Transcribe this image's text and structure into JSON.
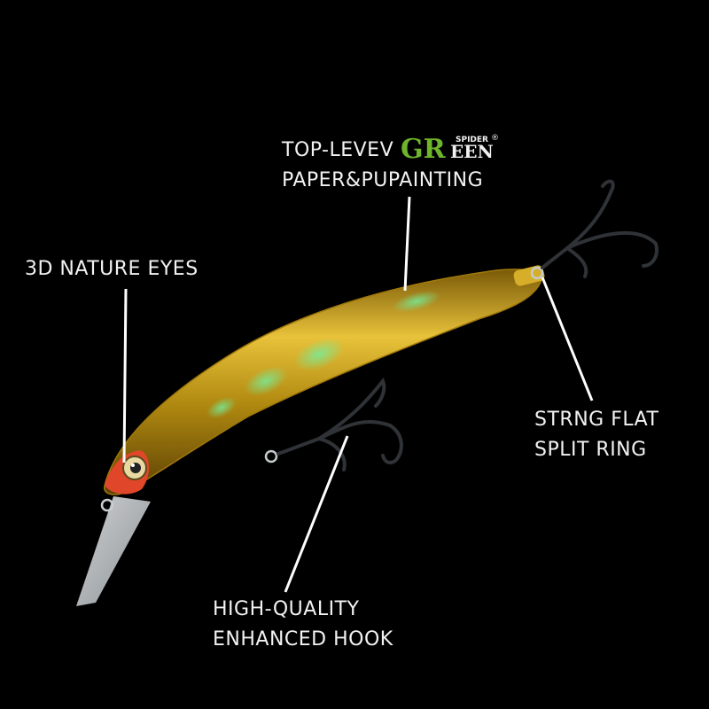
{
  "labels": {
    "top_line1": "TOP-LEVEV",
    "top_line2": "PAPER&PUPAINTING",
    "eyes": "3D NATURE EYES",
    "ring_line1": "STRNG FLAT",
    "ring_line2": "SPLIT RING",
    "hook_line1": "HIGH-QUALITY",
    "hook_line2": "ENHANCED HOOK"
  },
  "brand_logo": {
    "initials": "GR",
    "name": "EEN",
    "sub": "SPIDER",
    "mark": "®"
  },
  "colors": {
    "background": "#000000",
    "text": "#f2f2f2",
    "logo_green": "#6fb52c",
    "lure_gold": "#d9b21a",
    "lure_head": "#e0462a",
    "callout_line": "#ffffff"
  }
}
